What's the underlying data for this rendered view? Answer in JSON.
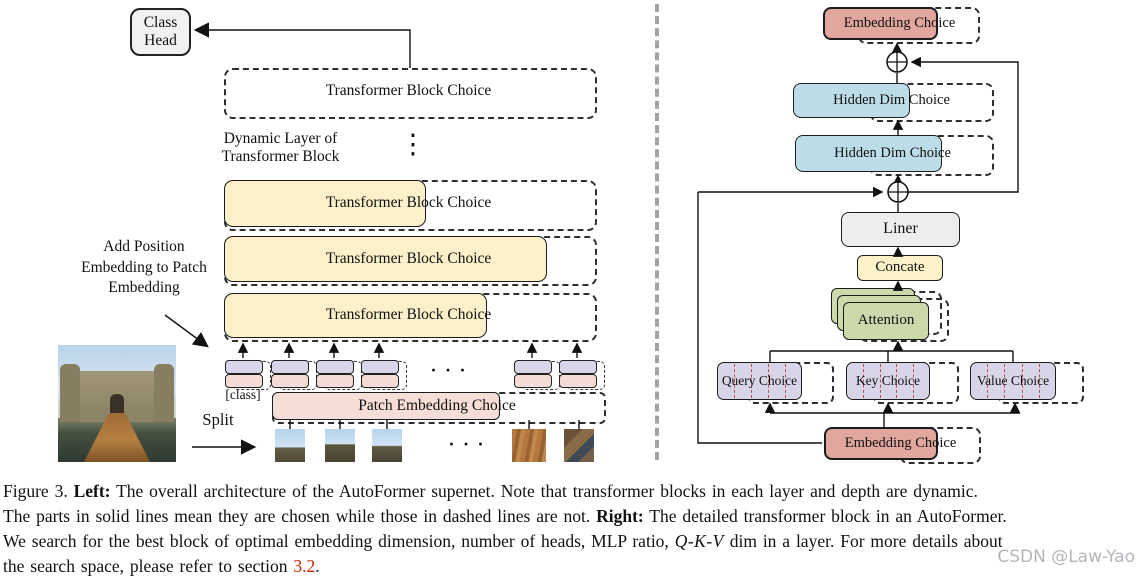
{
  "figure": {
    "left": {
      "class_head": "Class Head",
      "top_block_label": "Transformer Block Choice",
      "dynamic_label": "Dynamic Layer of Transformer Block",
      "rows": [
        {
          "label": "Transformer Block Choice"
        },
        {
          "label": "Transformer Block Choice"
        },
        {
          "label": "Transformer Block Choice"
        }
      ],
      "add_position_label": "Add Position Embedding to Patch Embedding",
      "class_token_label": "[class]",
      "patch_embedding_label": "Patch Embedding Choice",
      "split_label": "Split",
      "ellipsis_tokens": "· · ·",
      "ellipsis_patches": "· · ·",
      "ellipsis_vertical": "⋮"
    },
    "right": {
      "embedding_top": "Embedding Choice",
      "hidden_dim_1": "Hidden Dim Choice",
      "hidden_dim_2": "Hidden Dim Choice",
      "liner": "Liner",
      "concate": "Concate",
      "attention": "Attention",
      "query": "Query Choice",
      "key": "Key Choice",
      "value": "Value Choice",
      "embedding_bottom": "Embedding Choice"
    },
    "colors": {
      "block_yellow": "#fbf0ca",
      "embedding_salmon": "#e1a69d",
      "hidden_blue": "#bcdde8",
      "attention_green": "#ccd9ab",
      "qkv_lavender": "#d9d5e8",
      "token_lavender": "#dad6ea",
      "token_pink": "#f4dcd4",
      "patch_pink": "#f6ded6",
      "liner_gray": "#ededed",
      "concate_yellow": "#fcf2ca",
      "class_head_gray": "#f1f1f1",
      "section_link_red": "#cc2200"
    }
  },
  "caption": {
    "l1a": "Figure 3. ",
    "l1b": "Left:",
    "l1c": " The overall architecture of the AutoFormer supernet.  Note that transformer blocks in each layer and depth are dynamic.",
    "l2a": "The parts in solid lines mean they are chosen while those in dashed lines are not. ",
    "l2b": "Right:",
    "l2c": " The detailed transformer block in an AutoFormer.",
    "l3a": "We search for the best block of optimal embedding dimension, number of heads, MLP ratio, ",
    "l3b": "Q-K-V",
    "l3c": " dim in a layer. For more details about",
    "l4a": "the search space, please refer to section ",
    "l4b": "3.2",
    "l4c": "."
  },
  "watermark": "CSDN @Law-Yao"
}
